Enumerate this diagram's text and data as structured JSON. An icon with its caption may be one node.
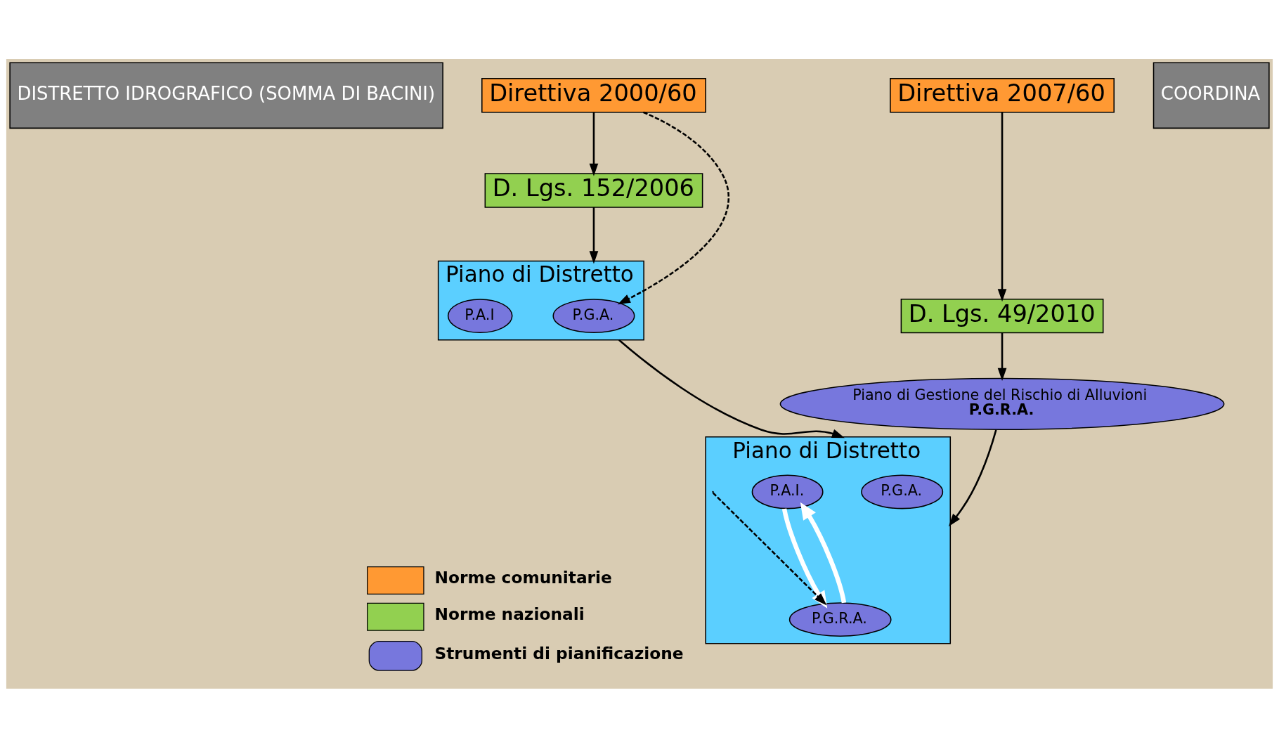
{
  "diagram": {
    "nodes": [
      {
        "text": [
          "Direttiva 2000/60"
        ]
      },
      {
        "text": [
          "D. Lgs. 152/2006"
        ]
      },
      {
        "text": [
          "Piano di Distretto"
        ]
      },
      {
        "text": [
          "P.G.A."
        ],
        "in": 2
      },
      {
        "text": [
          "P.A.I"
        ],
        "in": 2
      },
      {
        "text": [
          "Direttiva 2007/60"
        ]
      },
      {
        "text": [
          "D. Lgs. 49/2010"
        ]
      },
      {
        "text": [
          "Piano di Gestione del Rischio di Alluvioni",
          "P.G.R.A."
        ]
      },
      {
        "text": [
          "Piano di Distretto"
        ]
      },
      {
        "text": [
          "P.G.A."
        ],
        "in": 8
      },
      {
        "text": [
          "P.A.I."
        ],
        "in": 8
      },
      {
        "text": [
          "P.G.R.A."
        ],
        "in": 8
      },
      {
        "text": [
          "DISTRETTO IDROGRAFICO (SOMMA DI BACINI)"
        ]
      },
      {
        "text": [
          "COORDINA"
        ]
      }
    ],
    "edges": [
      {
        "from": 0,
        "to": 1,
        "arrow": "to"
      },
      {
        "from": 1,
        "to": 2,
        "arrow": "to"
      },
      {
        "from": 0,
        "to": 3,
        "arrow": "to",
        "style": "dashed"
      },
      {
        "from": 5,
        "to": 6,
        "arrow": "to"
      },
      {
        "from": 6,
        "to": 7,
        "arrow": "to"
      },
      {
        "from": 2,
        "to": 8,
        "arrow": "to"
      },
      {
        "from": 7,
        "to": 8,
        "arrow": "to"
      },
      {
        "from": 8,
        "to": 11,
        "arrow": "to",
        "style": "dashed"
      },
      {
        "from": 11,
        "to": 10,
        "arrow": "to",
        "style": "thick",
        "color": "#ffffff"
      },
      {
        "from": 10,
        "to": 11,
        "arrow": "to",
        "style": "thick",
        "color": "#ffffff"
      }
    ],
    "legend": [
      {
        "text": "Norme comunitarie",
        "color": "#ff9933"
      },
      {
        "text": "Norme nazionali",
        "color": "#92d050"
      },
      {
        "text": "Strumenti di pianificazione"
      }
    ]
  }
}
